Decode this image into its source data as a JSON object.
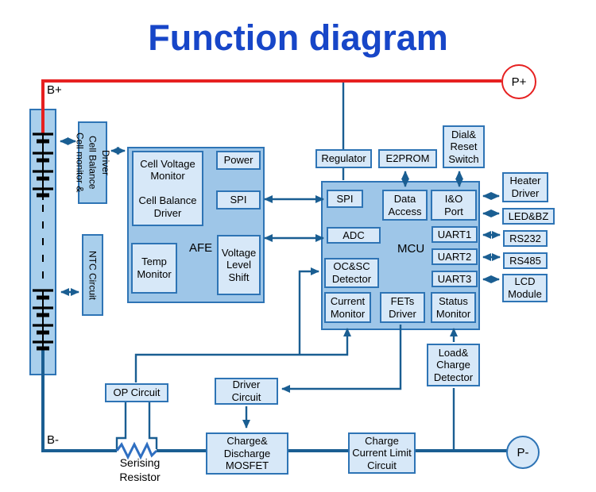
{
  "title": "Function diagram",
  "colors": {
    "title_blue": "#1746c8",
    "line_blue": "#1a5e92",
    "power_red": "#e62020",
    "container_fill": "#9ec6e8",
    "box_fill": "#d7e8f8",
    "border_blue": "#2e74b5",
    "resistor_blue": "#2f6fc1"
  },
  "terminals": {
    "b_plus": "B+",
    "b_minus": "B-",
    "p_plus": "P+",
    "p_minus": "P-"
  },
  "left": {
    "cell_monitor_driver": "Cell monitor &\nCell Balance Driver",
    "ntc_circuit": "NTC Circuit"
  },
  "afe": {
    "label": "AFE",
    "cell_voltage_monitor": "Cell Voltage\nMonitor\n\nCell Balance\nDriver",
    "power": "Power",
    "spi": "SPI",
    "temp_monitor": "Temp\nMonitor",
    "voltage_level_shift": "Voltage\nLevel\nShift"
  },
  "top_row": {
    "regulator": "Regulator",
    "e2prom": "E2PROM",
    "dial_reset_switch": "Dial&\nReset\nSwitch"
  },
  "mcu": {
    "label": "MCU",
    "spi": "SPI",
    "data_access": "Data\nAccess",
    "io_port": "I&O\nPort",
    "adc": "ADC",
    "uart1": "UART1",
    "uart2": "UART2",
    "uart3": "UART3",
    "ocsc_detector": "OC&SC\nDetector",
    "current_monitor": "Current\nMonitor",
    "fets_driver": "FETs\nDriver",
    "status_monitor": "Status\nMonitor"
  },
  "right_column": {
    "heater_driver": "Heater\nDriver",
    "led_bz": "LED&BZ",
    "rs232": "RS232",
    "rs485": "RS485",
    "lcd_module": "LCD\nModule"
  },
  "bottom": {
    "load_charge_detector": "Load&\nCharge\nDetector",
    "op_circuit": "OP Circuit",
    "driver_circuit": "Driver\nCircuit",
    "charge_discharge_mosfet": "Charge&\nDischarge\nMOSFET",
    "charge_current_limit": "Charge\nCurrent Limit\nCircuit",
    "sensing_resistor": "Serising\nResistor"
  }
}
